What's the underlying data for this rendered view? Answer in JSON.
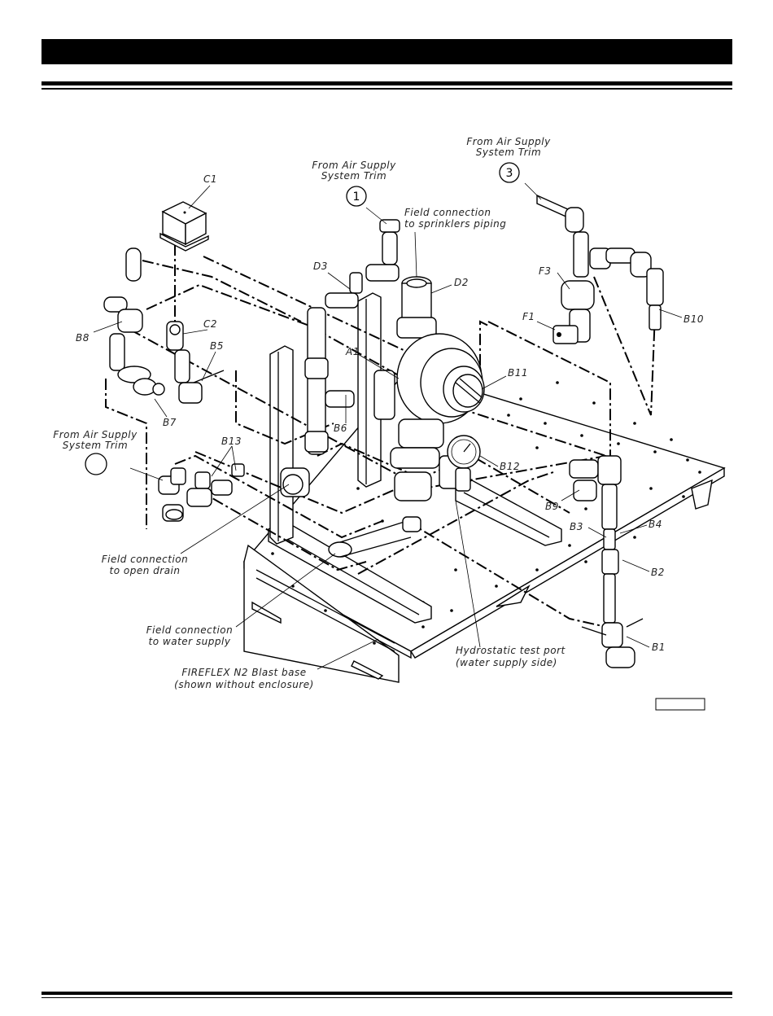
{
  "labels": {
    "c1": "C1",
    "c2": "C2",
    "b1": "B1",
    "b2": "B2",
    "b3": "B3",
    "b4": "B4",
    "b5": "B5",
    "b6": "B6",
    "b7": "B7",
    "b8": "B8",
    "b9": "B9",
    "b10": "B10",
    "b11": "B11",
    "b12": "B12",
    "b13": "B13",
    "d2": "D2",
    "d3": "D3",
    "a1": "A1",
    "f1": "F1",
    "f3": "F3"
  },
  "callouts": {
    "one": "1",
    "three": "3"
  },
  "notes": {
    "air_supply_top_l1": "From Air Supply",
    "air_supply_top_l2": "System Trim",
    "air_supply_right_l1": "From Air Supply",
    "air_supply_right_l2": "System Trim",
    "air_supply_left_l1": "From Air Supply",
    "air_supply_left_l2": "System Trim",
    "field_sprinkler_l1": "Field connection",
    "field_sprinkler_l2": "to sprinklers piping",
    "field_drain_l1": "Field connection",
    "field_drain_l2": "to open drain",
    "field_water_l1": "Field connection",
    "field_water_l2": "to water supply",
    "base_l1": "FIREFLEX N2 Blast base",
    "base_l2": "(shown without enclosure)",
    "hydro_l1": "Hydrostatic test port",
    "hydro_l2": "(water supply side)"
  }
}
